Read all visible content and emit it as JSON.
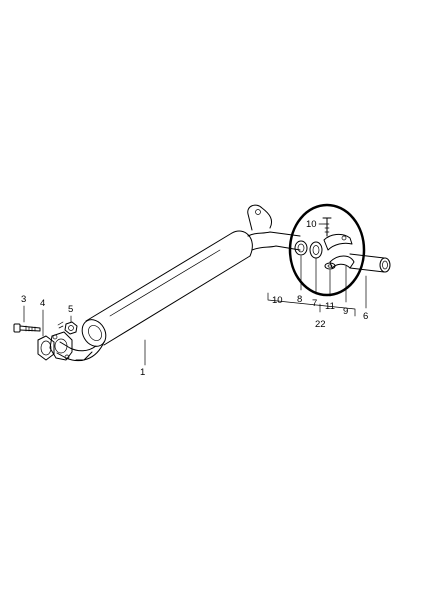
{
  "callouts": {
    "c1": "1",
    "c3": "3",
    "c4": "4",
    "c5": "5",
    "c6": "6",
    "c7": "7",
    "c8": "8",
    "c9": "9",
    "c10_top": "10",
    "c10_bottom": "10",
    "c11": "11",
    "c22": "22"
  }
}
